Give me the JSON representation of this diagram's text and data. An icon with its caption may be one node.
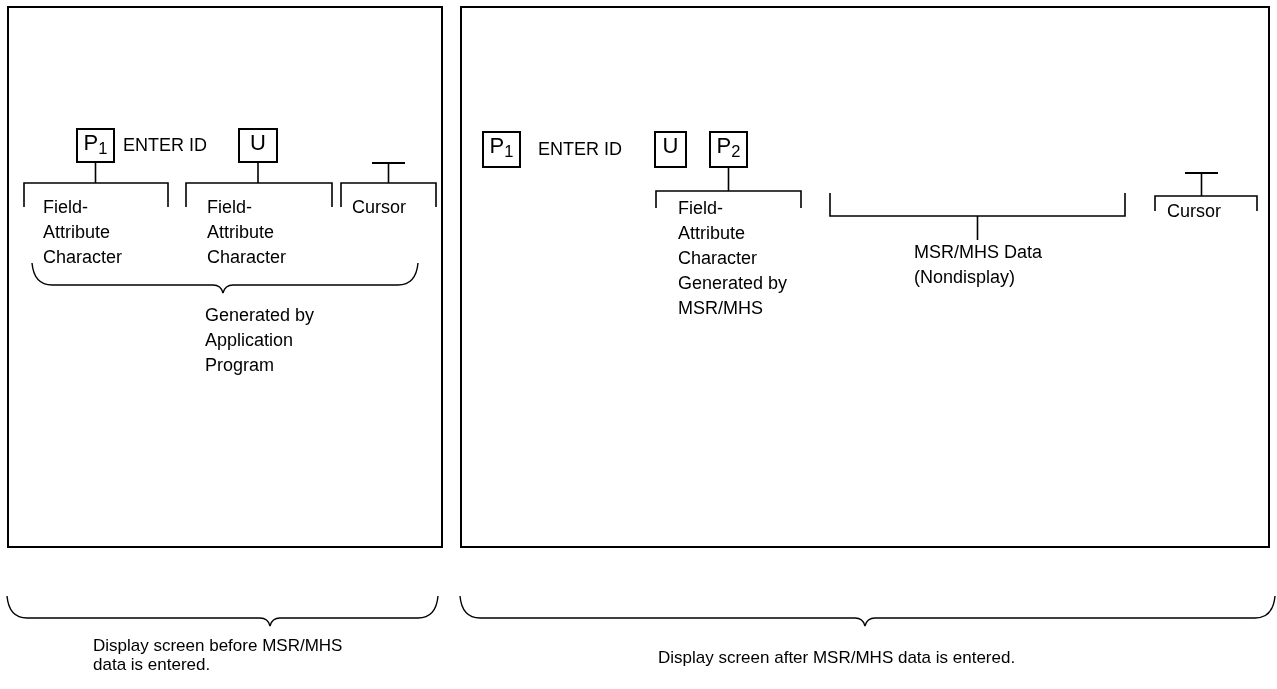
{
  "diagram": {
    "nodes": [
      {
        "text": [],
        "shape": "box"
      },
      {
        "text": [],
        "shape": "box"
      },
      {
        "text": [
          "P$_{1}$"
        ],
        "in": 0
      },
      {
        "text": [
          "U"
        ],
        "in": 0
      },
      {
        "text": [],
        "shape": "bar",
        "in": 0
      },
      {
        "text": [
          "Field- Attribute Character"
        ],
        "in": 0
      },
      {
        "text": [
          "Field- Attribute Character"
        ],
        "in": 0
      },
      {
        "text": [
          "Cursor"
        ],
        "in": 0
      },
      {
        "text": [
          "Generated by Application Program"
        ],
        "in": 0
      },
      {
        "text": [
          "P$_{1}$"
        ],
        "in": 1
      },
      {
        "text": [
          "U"
        ],
        "in": 1
      },
      {
        "text": [
          "P$_{2}$"
        ],
        "in": 1
      },
      {
        "text": [],
        "shape": "bar",
        "in": 1
      },
      {
        "text": [
          "Field- Attribute Character Generated by MSR/MHS"
        ],
        "in": 1
      },
      {
        "text": [
          "MSR/MHS Data (Nondisplay)"
        ],
        "in": 1
      },
      {
        "text": [
          "Cursor"
        ],
        "in": 1
      }
    ],
    "edges": [
      {
        "from": 5,
        "to": 2,
        "arrow": "none"
      },
      {
        "from": 6,
        "to": 3,
        "arrow": "none"
      },
      {
        "from": 7,
        "to": 4,
        "arrow": "none"
      },
      {
        "from": 13,
        "to": 11,
        "arrow": "none"
      },
      {
        "from": 14,
        "to": null,
        "arrow": "none"
      },
      {
        "from": 15,
        "to": 12,
        "arrow": "none"
      }
    ],
    "labels": [
      "ENTER ID",
      "ENTER ID",
      "Display screen before MSR/MHS data is entered.",
      "Display screen after MSR/MHS data is entered."
    ]
  }
}
